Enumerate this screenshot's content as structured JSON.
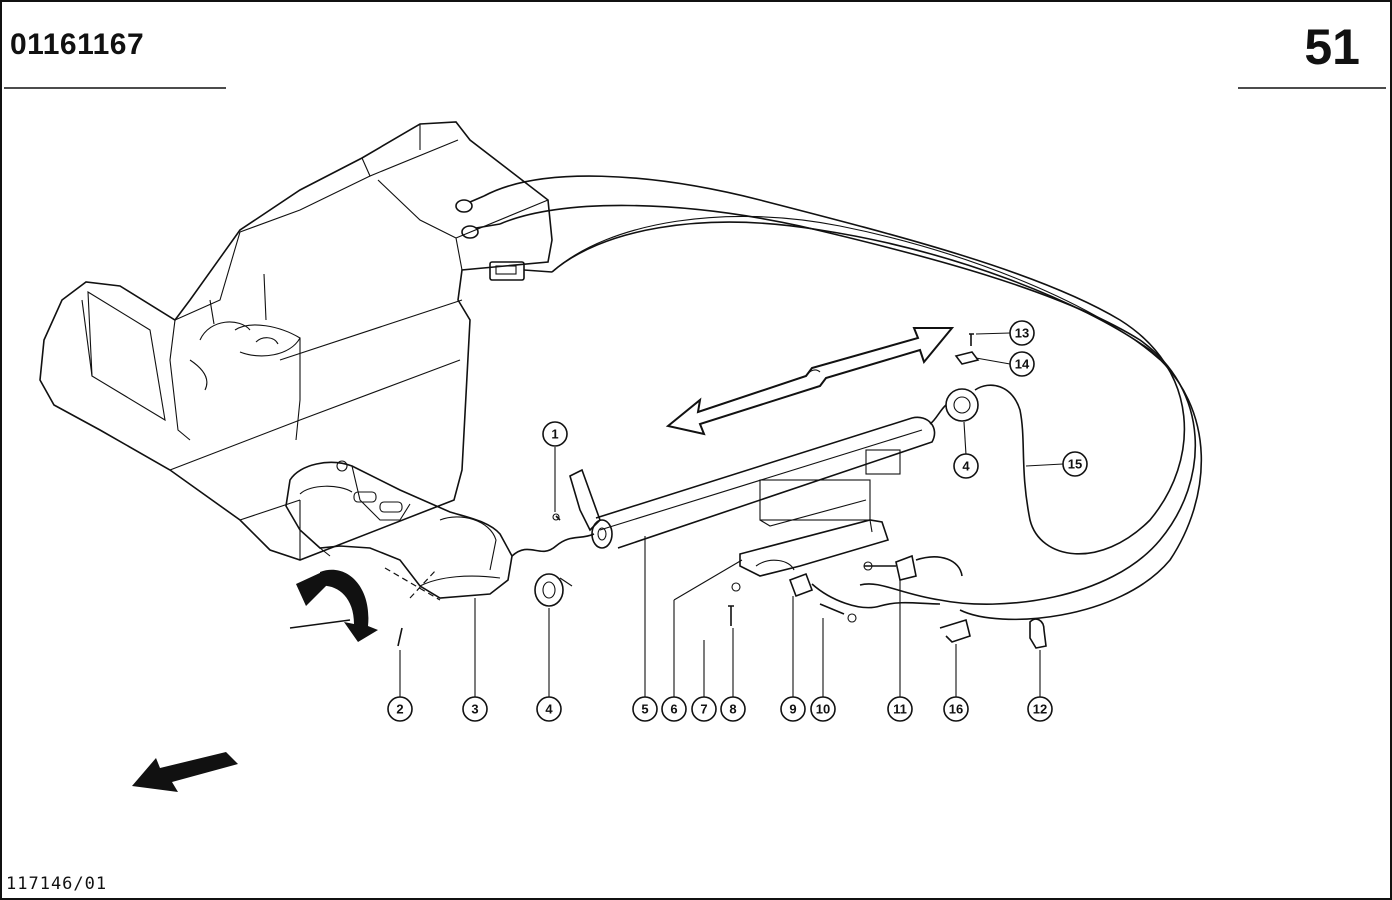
{
  "header": {
    "part_code": "01161167",
    "page_number": "51"
  },
  "footer": {
    "image_ref": "117146/01"
  },
  "callouts": [
    {
      "id": "c1",
      "label": "1"
    },
    {
      "id": "c2",
      "label": "2"
    },
    {
      "id": "c3",
      "label": "3"
    },
    {
      "id": "c4a",
      "label": "4"
    },
    {
      "id": "c4b",
      "label": "4"
    },
    {
      "id": "c5",
      "label": "5"
    },
    {
      "id": "c6",
      "label": "6"
    },
    {
      "id": "c7",
      "label": "7"
    },
    {
      "id": "c8",
      "label": "8"
    },
    {
      "id": "c9",
      "label": "9"
    },
    {
      "id": "c10",
      "label": "10"
    },
    {
      "id": "c11",
      "label": "11"
    },
    {
      "id": "c12",
      "label": "12"
    },
    {
      "id": "c13",
      "label": "13"
    },
    {
      "id": "c14",
      "label": "14"
    },
    {
      "id": "c15",
      "label": "15"
    },
    {
      "id": "c16",
      "label": "16"
    }
  ]
}
